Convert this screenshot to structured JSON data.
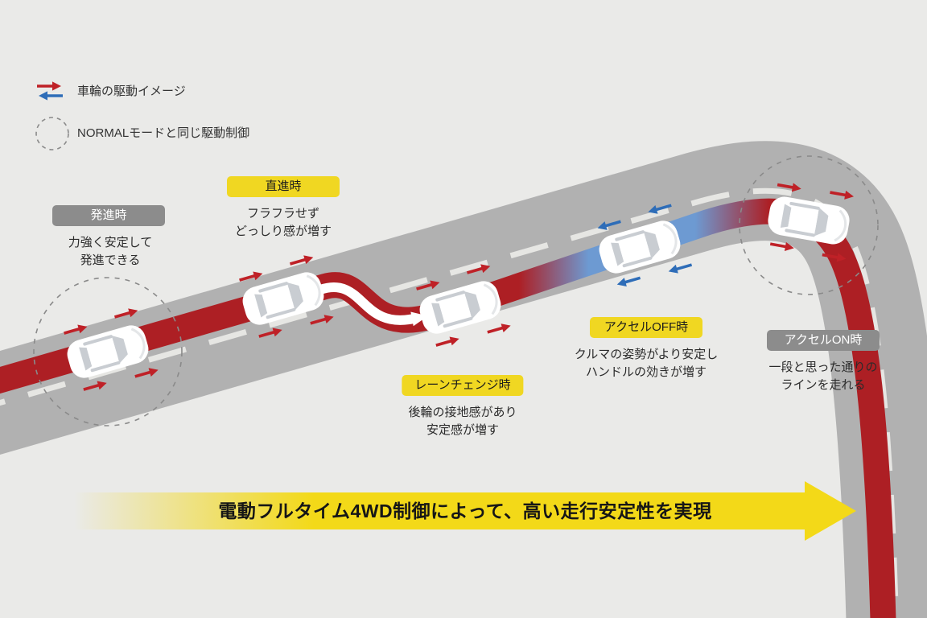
{
  "legend": {
    "drive_arrows_label": "車輪の駆動イメージ",
    "normal_mode_label": "NORMALモードと同じ駆動制御"
  },
  "annotations": [
    {
      "badge": "発進時",
      "style": "gray",
      "line1": "力強く安定して",
      "line2": "発進できる"
    },
    {
      "badge": "直進時",
      "style": "yellow",
      "line1": "フラフラせず",
      "line2": "どっしり感が増す"
    },
    {
      "badge": "レーンチェンジ時",
      "style": "yellow",
      "line1": "後輪の接地感があり",
      "line2": "安定感が増す"
    },
    {
      "badge": "アクセルOFF時",
      "style": "yellow",
      "line1": "クルマの姿勢がより安定し",
      "line2": "ハンドルの効きが増す"
    },
    {
      "badge": "アクセルON時",
      "style": "gray",
      "line1": "一段と思った通りの",
      "line2": "ラインを走れる"
    }
  ],
  "banner": {
    "label": "電動フルタイム4WD制御によって、高い走行安定性を実現"
  },
  "icons": {
    "drive_forward": "red-right-arrow",
    "drive_reverse": "blue-left-arrow",
    "normal_mode": "dashed-circle"
  },
  "colors": {
    "background": "#eaeae8",
    "road": "#b1b1b1",
    "lane_marking": "#e6e6e3",
    "drive_red": "#ad1f24",
    "drive_blue": "#6d9ad2",
    "arrow_red": "#bf2127",
    "arrow_blue": "#2e6db8",
    "badge_yellow": "#f0d722",
    "badge_gray": "#8c8c8c",
    "banner_yellow": "#f3d918",
    "text_dark": "#1c1c1c"
  }
}
